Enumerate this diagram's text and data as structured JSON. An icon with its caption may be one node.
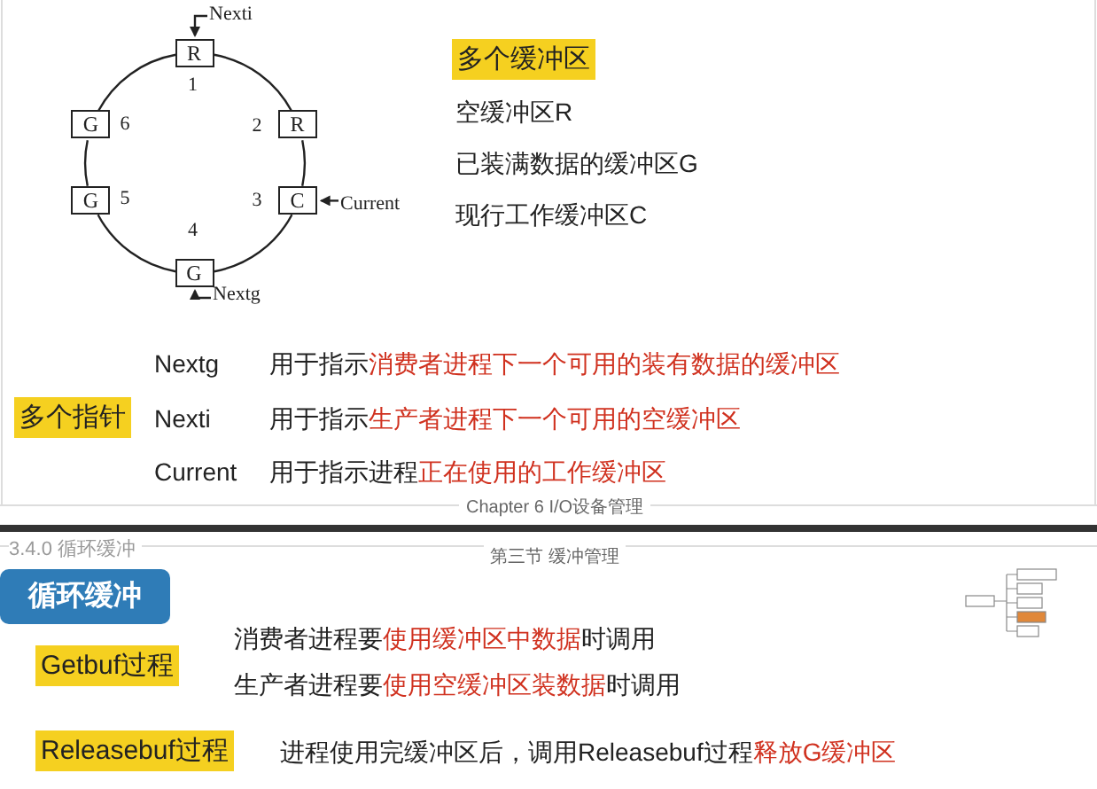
{
  "diagram": {
    "nodes": [
      {
        "text": [
          "R"
        ],
        "beside": [
          "1"
        ]
      },
      {
        "text": [
          "R"
        ],
        "beside": [
          "2"
        ]
      },
      {
        "text": [
          "C"
        ],
        "beside": [
          "3"
        ]
      },
      {
        "text": [
          "G"
        ],
        "beside": [
          "4"
        ]
      },
      {
        "text": [
          "G"
        ],
        "beside": [
          "5"
        ]
      },
      {
        "text": [
          "G"
        ],
        "beside": [
          "6"
        ]
      },
      {
        "text": [
          "Nexti"
        ]
      },
      {
        "text": [
          "Current"
        ]
      },
      {
        "text": [
          "Nextg"
        ]
      }
    ],
    "edges": [
      {
        "from": 0,
        "to": 1,
        "arrow": "none"
      },
      {
        "from": 1,
        "to": 2,
        "arrow": "none"
      },
      {
        "from": 2,
        "to": 3,
        "arrow": "none"
      },
      {
        "from": 3,
        "to": 4,
        "arrow": "none"
      },
      {
        "from": 4,
        "to": 5,
        "arrow": "none"
      },
      {
        "from": 5,
        "to": 0,
        "arrow": "none"
      },
      {
        "from": 6,
        "to": 0,
        "arrow": "to"
      },
      {
        "from": 7,
        "to": 2,
        "arrow": "to"
      },
      {
        "from": 8,
        "to": 3,
        "arrow": "to"
      }
    ],
    "labels": [
      "多个缓冲区",
      "空缓冲区R",
      "已装满数据的缓冲区G",
      "现行工作缓冲区C",
      "Nextg",
      "用于指示**消费者进程下一个可用的装有数据的缓冲区**",
      "多个指针",
      "Nexti",
      "用于指示**生产者进程下一个可用的空缓冲区**",
      "Current",
      "用于指示进程**正在使用的工作缓冲区**",
      "Chapter 6 I/O设备管理",
      "3.4.0 循环缓冲",
      "第三节 缓冲管理",
      "循环缓冲",
      "Getbuf过程",
      "消费者进程要**使用缓冲区中数据**时调用",
      "生产者进程要**使用空缓冲区装数据**时调用",
      "Releasebuf过程",
      "进程使用完缓冲区后，调用Releasebuf过程**释放G缓冲区**"
    ]
  }
}
